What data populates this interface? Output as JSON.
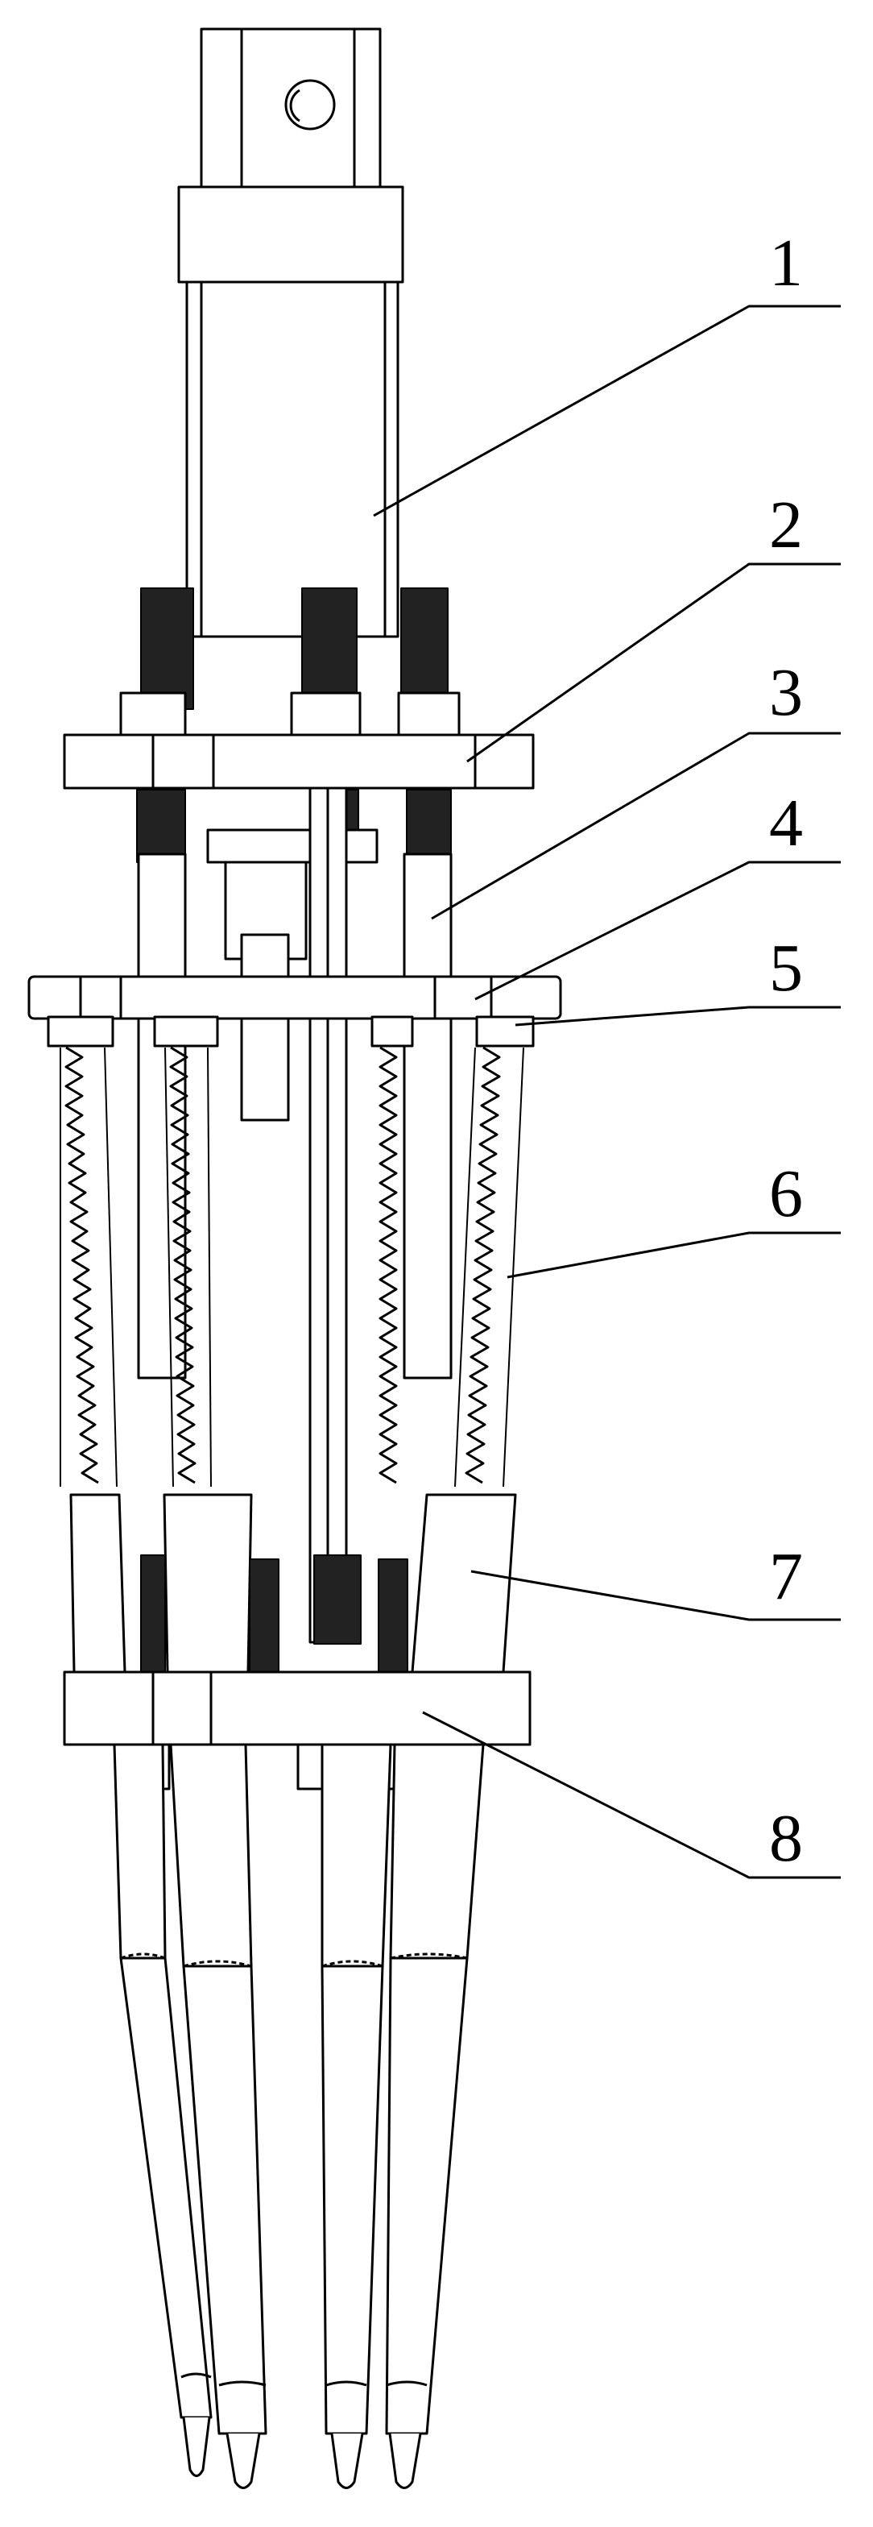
{
  "labels": [
    {
      "id": "1",
      "text": "1"
    },
    {
      "id": "2",
      "text": "2"
    },
    {
      "id": "3",
      "text": "3"
    },
    {
      "id": "4",
      "text": "4"
    },
    {
      "id": "5",
      "text": "5"
    },
    {
      "id": "6",
      "text": "6"
    },
    {
      "id": "7",
      "text": "7"
    },
    {
      "id": "8",
      "text": "8"
    }
  ],
  "colors": {
    "ink": "#000000",
    "paper": "#ffffff",
    "spring": "#1a1a1a"
  }
}
